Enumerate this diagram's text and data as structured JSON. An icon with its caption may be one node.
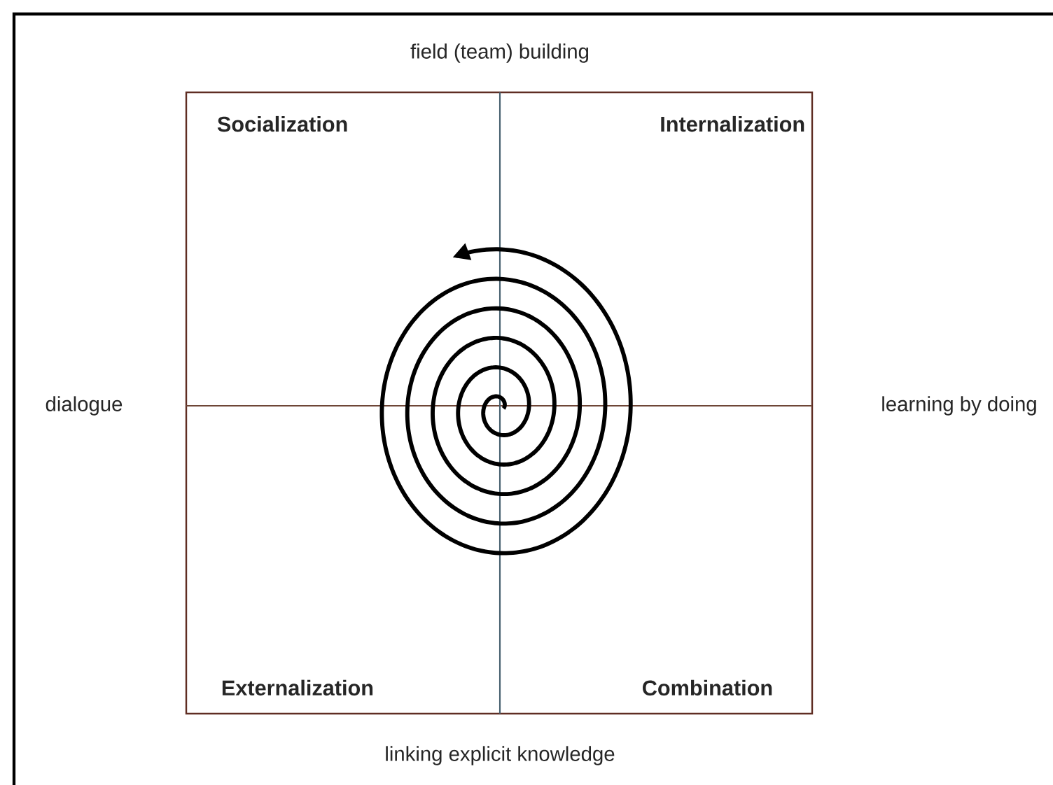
{
  "diagram": {
    "labels": [
      "field (team) building",
      "Socialization",
      "Internalization",
      "dialogue",
      "learning by doing",
      "Externalization",
      "Combination",
      "linking explicit knowledge"
    ]
  }
}
